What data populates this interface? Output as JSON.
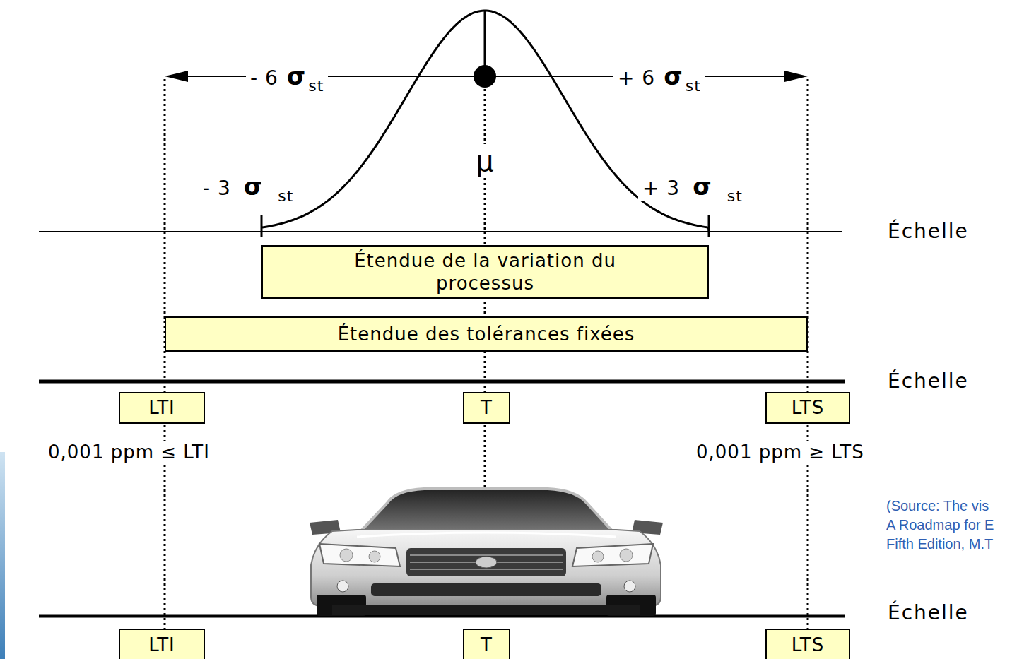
{
  "diagram": {
    "nodes": [
      {
        "text": [
          "Étendue de la variation du processus"
        ]
      },
      {
        "text": [
          "Étendue des tolérances fixées"
        ]
      },
      {
        "text": [
          "LTI"
        ]
      },
      {
        "text": [
          "T"
        ]
      },
      {
        "text": [
          "LTS"
        ]
      },
      {
        "text": [
          "LTI"
        ]
      },
      {
        "text": [
          "T"
        ]
      },
      {
        "text": [
          "LTS"
        ]
      }
    ],
    "labels": [
      "- 6",
      "σ",
      "st",
      "+ 6",
      "σ",
      "st",
      "μ",
      "- 3",
      "σ",
      "st",
      "+ 3",
      "σ",
      "st",
      "Échelle",
      "Échelle",
      "Échelle",
      "0,001 ppm ≤ LTI",
      "0,001 ppm ≥ LTS",
      "(Source: The vis",
      "A Roadmap for E",
      "Fifth Edition, M.T"
    ]
  }
}
